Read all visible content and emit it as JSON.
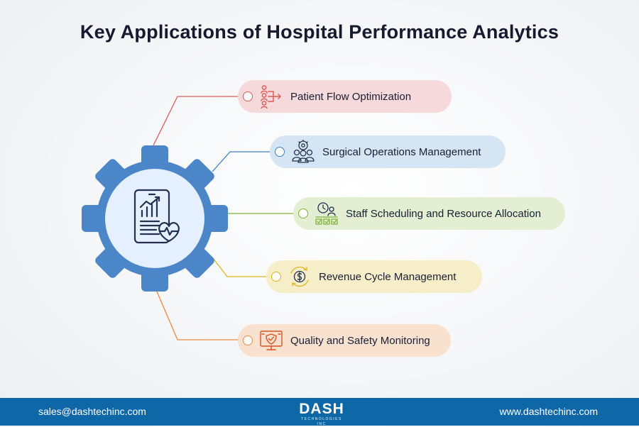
{
  "title": "Key Applications of Hospital Performance Analytics",
  "items": [
    {
      "label": "Patient Flow Optimization",
      "icon": "patient-flow-icon",
      "color": "#e05a5a",
      "bg": "#f6d9da"
    },
    {
      "label": "Surgical Operations Management",
      "icon": "surgical-team-icon",
      "color": "#3b82c4",
      "bg": "#d6e5f3"
    },
    {
      "label": "Staff Scheduling and Resource Allocation",
      "icon": "staff-scheduling-icon",
      "color": "#7fb33a",
      "bg": "#e3eed3"
    },
    {
      "label": "Revenue Cycle Management",
      "icon": "revenue-cycle-icon",
      "color": "#e0b520",
      "bg": "#f6edc9"
    },
    {
      "label": "Quality and Safety Monitoring",
      "icon": "quality-safety-icon",
      "color": "#ee8a3c",
      "bg": "#f8e1cf"
    }
  ],
  "center_icon": "analytics-report-icon",
  "gear_color": "#4a86c8",
  "footer": {
    "email": "sales@dashtechinc.com",
    "website": "www.dashtechinc.com",
    "logo_text": "DASH",
    "logo_tagline": "TECHNOLOGIES INC",
    "bg_color": "#0e67a7"
  }
}
